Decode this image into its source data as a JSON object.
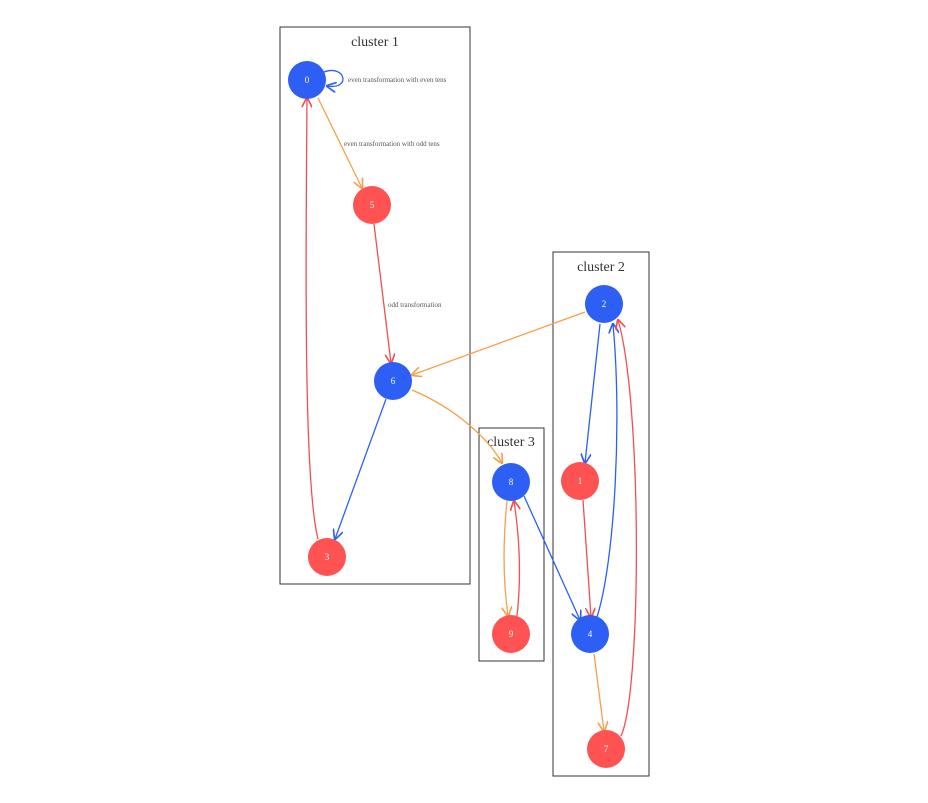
{
  "colors": {
    "even": "#2d5ff5",
    "odd": "#ff5252",
    "edge_even": "#2d5ff5",
    "edge_odd": "#f05050",
    "edge_cross": "#f5a04a"
  },
  "clusters": [
    {
      "id": "c1",
      "label": "cluster 1"
    },
    {
      "id": "c2",
      "label": "cluster 2"
    },
    {
      "id": "c3",
      "label": "cluster 3"
    }
  ],
  "nodes": [
    {
      "id": "n0",
      "label": "0",
      "kind": "even"
    },
    {
      "id": "n5",
      "label": "5",
      "kind": "odd"
    },
    {
      "id": "n6",
      "label": "6",
      "kind": "even"
    },
    {
      "id": "n3",
      "label": "3",
      "kind": "odd"
    },
    {
      "id": "n2",
      "label": "2",
      "kind": "even"
    },
    {
      "id": "n1",
      "label": "1",
      "kind": "odd"
    },
    {
      "id": "n4",
      "label": "4",
      "kind": "even"
    },
    {
      "id": "n7",
      "label": "7",
      "kind": "odd"
    },
    {
      "id": "n8",
      "label": "8",
      "kind": "even"
    },
    {
      "id": "n9",
      "label": "9",
      "kind": "odd"
    }
  ],
  "edges": [
    {
      "from": "0",
      "to": "0",
      "kind": "even",
      "label": "even transformation with even tens"
    },
    {
      "from": "0",
      "to": "5",
      "kind": "cross",
      "label": "even transformation with odd tens"
    },
    {
      "from": "5",
      "to": "6",
      "kind": "odd",
      "label": "odd transformation"
    },
    {
      "from": "6",
      "to": "3",
      "kind": "even",
      "label": ""
    },
    {
      "from": "3",
      "to": "0",
      "kind": "odd",
      "label": ""
    },
    {
      "from": "2",
      "to": "6",
      "kind": "cross",
      "label": ""
    },
    {
      "from": "6",
      "to": "8",
      "kind": "cross",
      "label": ""
    },
    {
      "from": "2",
      "to": "1",
      "kind": "even",
      "label": ""
    },
    {
      "from": "1",
      "to": "4",
      "kind": "odd",
      "label": ""
    },
    {
      "from": "4",
      "to": "2",
      "kind": "even",
      "label": ""
    },
    {
      "from": "4",
      "to": "7",
      "kind": "cross",
      "label": ""
    },
    {
      "from": "7",
      "to": "2",
      "kind": "odd",
      "label": ""
    },
    {
      "from": "8",
      "to": "4",
      "kind": "even",
      "label": ""
    },
    {
      "from": "8",
      "to": "9",
      "kind": "cross",
      "label": ""
    },
    {
      "from": "9",
      "to": "8",
      "kind": "odd",
      "label": ""
    }
  ]
}
